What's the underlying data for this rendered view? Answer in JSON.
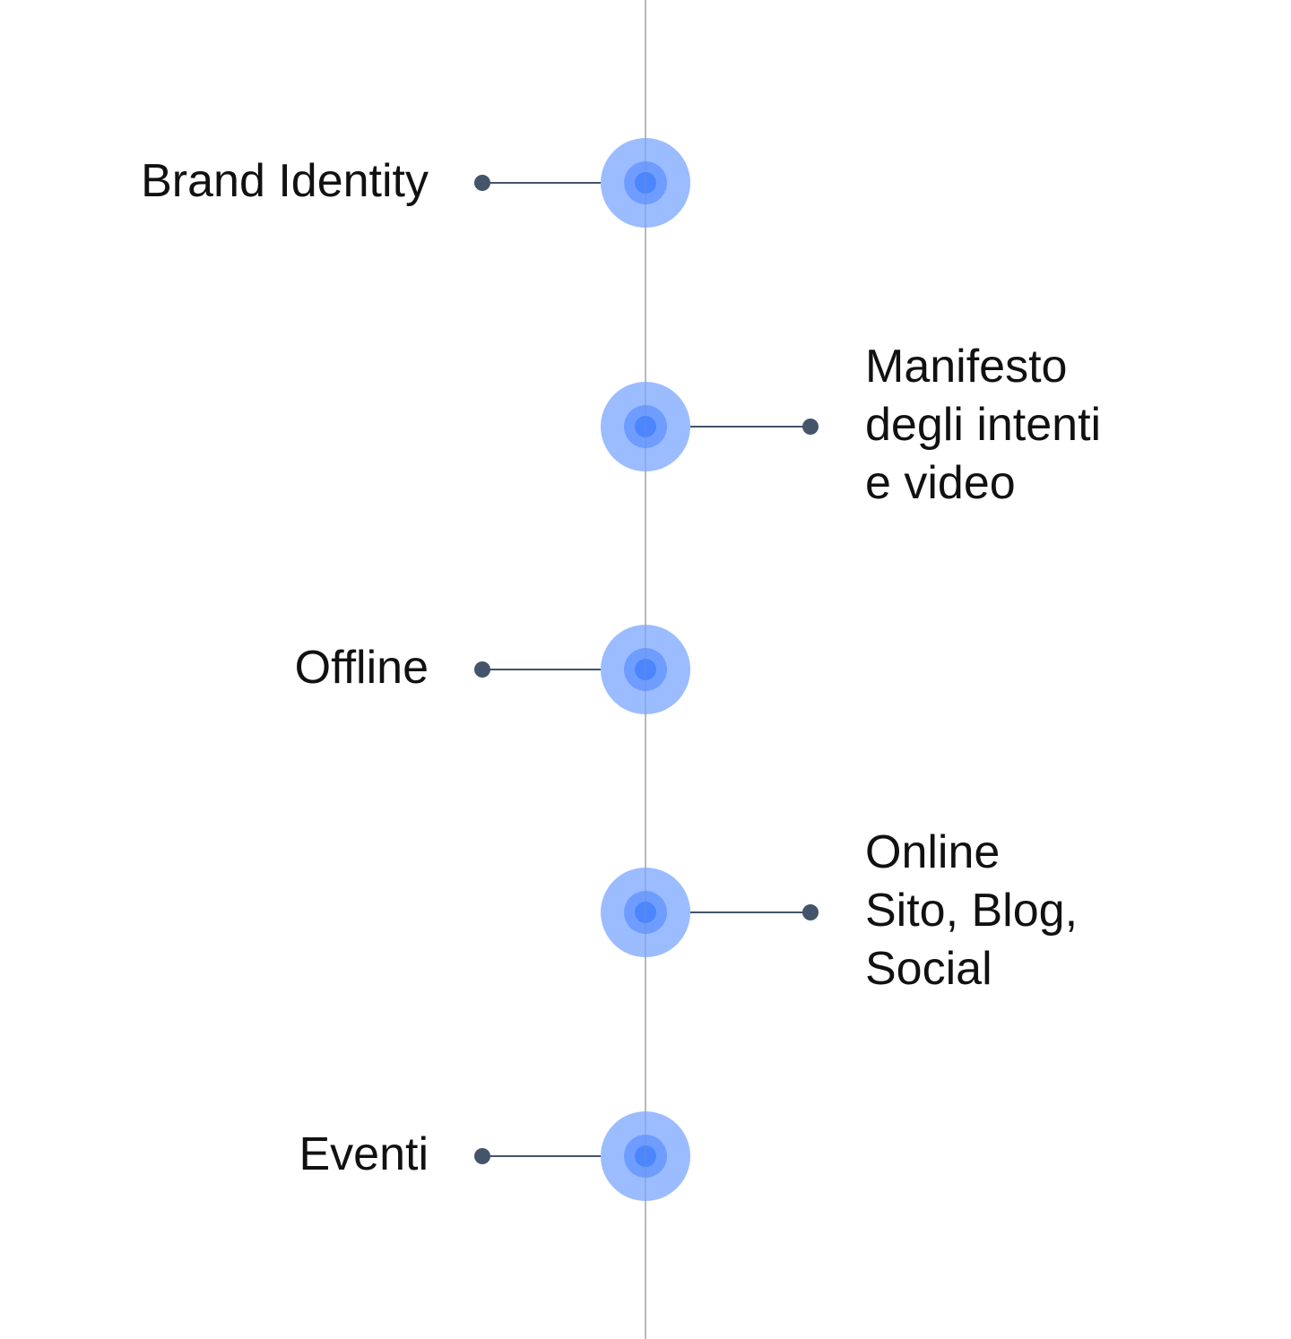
{
  "timeline": {
    "items": [
      {
        "side": "left",
        "lines": [
          "Brand Identity"
        ]
      },
      {
        "side": "right",
        "lines": [
          "Manifesto",
          "degli intenti",
          "e video"
        ]
      },
      {
        "side": "left",
        "lines": [
          "Offline"
        ]
      },
      {
        "side": "right",
        "lines": [
          "Online",
          "Sito, Blog,",
          "Social"
        ]
      },
      {
        "side": "left",
        "lines": [
          "Eventi"
        ]
      }
    ]
  },
  "colors": {
    "node_outer": "#9bbcff",
    "node_mid": "#6f9dff",
    "node_core": "#4b86ff",
    "connector": "#44546a",
    "axis": "#b9b9b9",
    "text": "#111111"
  }
}
